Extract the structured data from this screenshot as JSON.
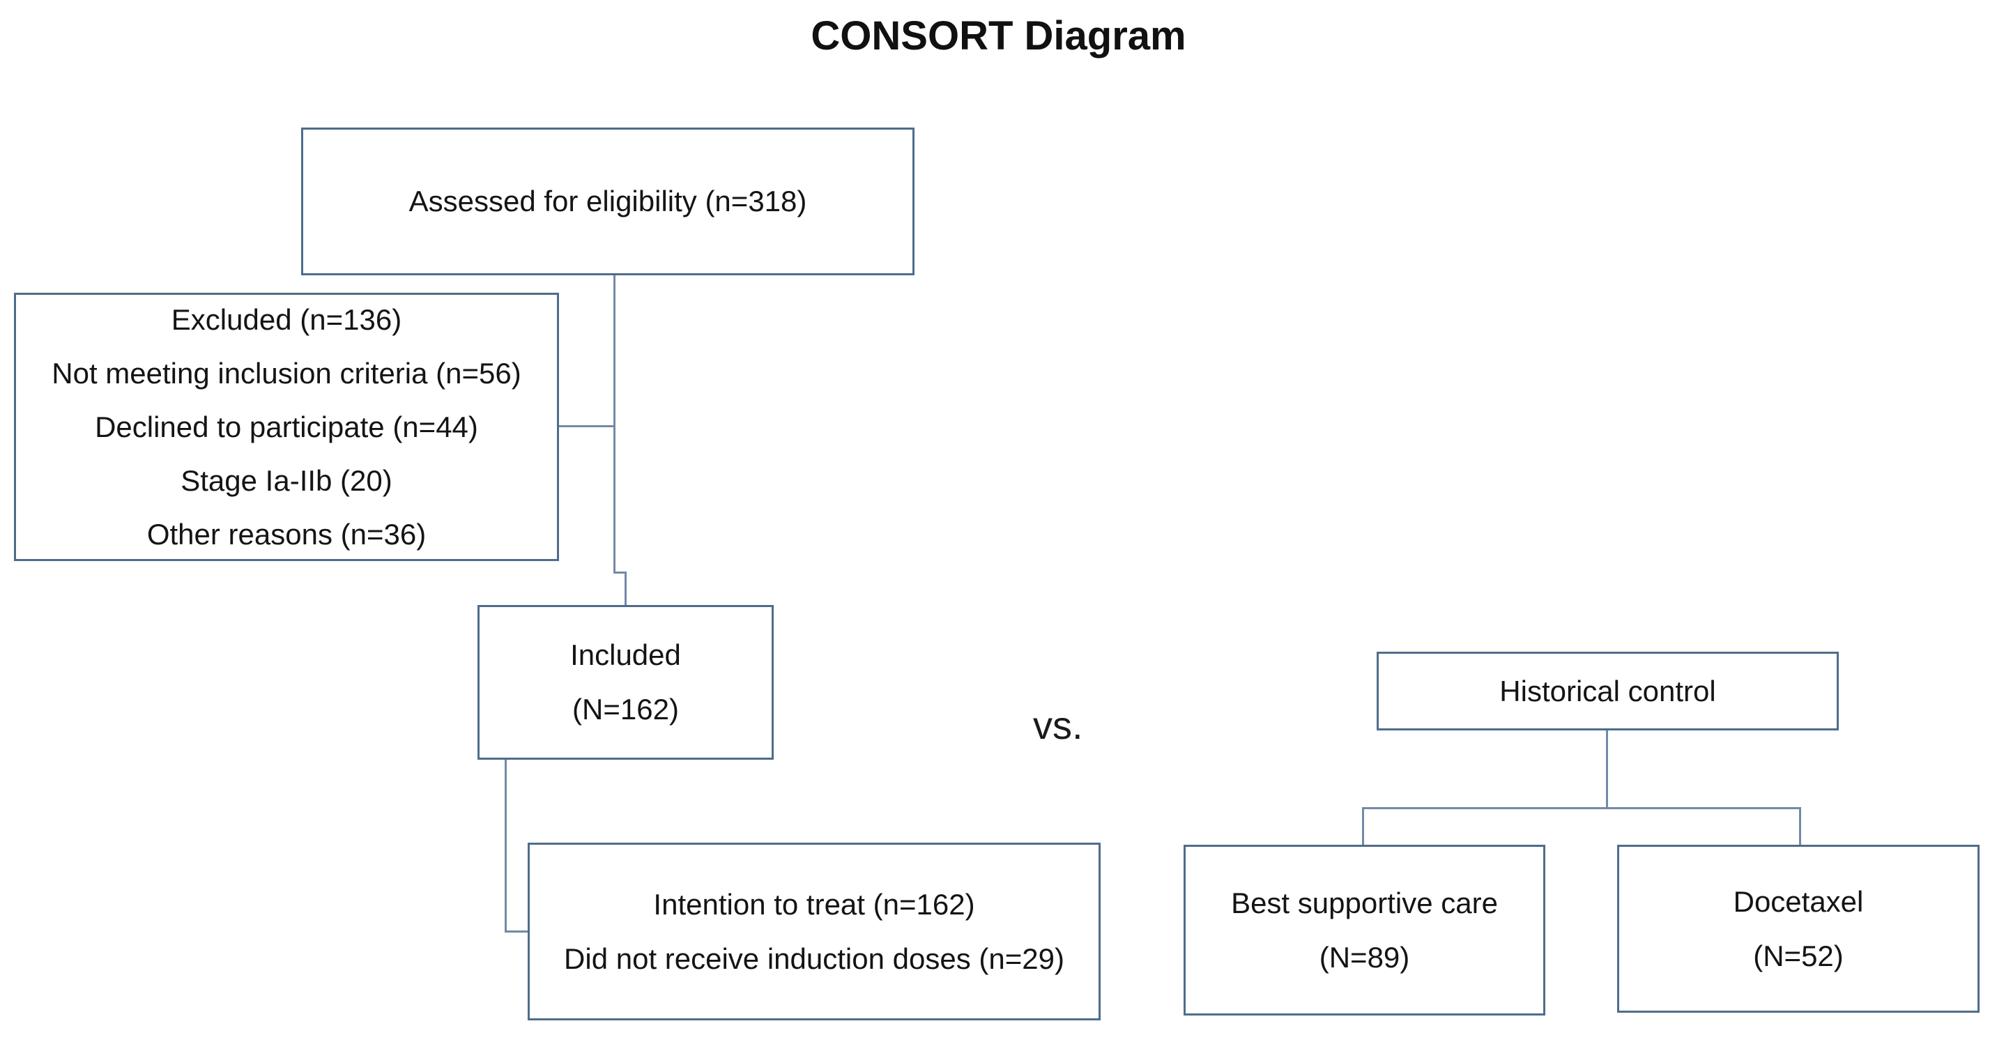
{
  "title": "CONSORT Diagram",
  "vs_label": "vs.",
  "boxes": {
    "assessed": {
      "lines": [
        "Assessed for eligibility (n=318)"
      ]
    },
    "excluded": {
      "lines": [
        "Excluded (n=136)",
        "Not meeting inclusion criteria (n=56)",
        "Declined to participate (n=44)",
        "Stage Ia-IIb (20)",
        "Other reasons (n=36)"
      ]
    },
    "included": {
      "lines": [
        "Included",
        "(N=162)"
      ]
    },
    "intention": {
      "lines": [
        "Intention to treat (n=162)",
        "Did not receive induction doses (n=29)"
      ]
    },
    "historical": {
      "lines": [
        "Historical control"
      ]
    },
    "best_supportive_care": {
      "lines": [
        "Best supportive care",
        "(N=89)"
      ]
    },
    "docetaxel": {
      "lines": [
        "Docetaxel",
        "(N=52)"
      ]
    }
  },
  "colors": {
    "box_border": "#4e6d8c",
    "connector": "#7389a8",
    "text": "#141414",
    "background": "#ffffff"
  }
}
